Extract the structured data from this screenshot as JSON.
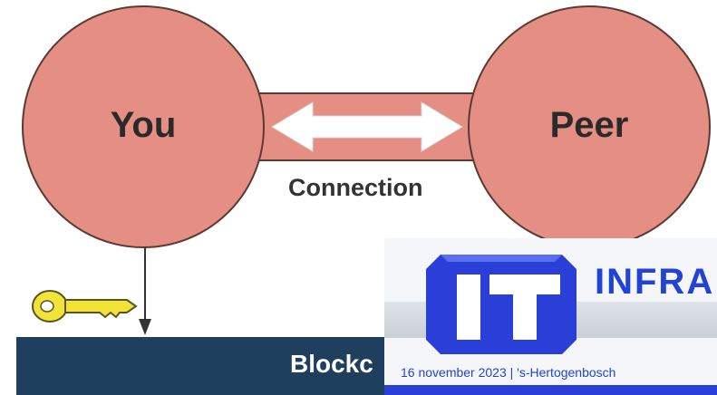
{
  "diagram": {
    "node_you": "You",
    "node_peer": "Peer",
    "connection_label": "Connection",
    "bottom_bar_label": "Blockc",
    "colors": {
      "node_fill": "#e58e83",
      "node_stroke": "#5a3a34",
      "connection_band": "#e58e83",
      "arrow": "#ffffff",
      "bar": "#1f3f5f",
      "key": "#f2e33a"
    },
    "icons": [
      "key-icon",
      "double-arrow-icon",
      "down-arrow-icon"
    ]
  },
  "banner": {
    "logo_letters": "IT",
    "brand": "INFRA",
    "subtitle": "16 november 2023 | 's-Hertogenbosch",
    "colors": {
      "brand": "#2343d6",
      "background": "#f4f6fa"
    }
  }
}
